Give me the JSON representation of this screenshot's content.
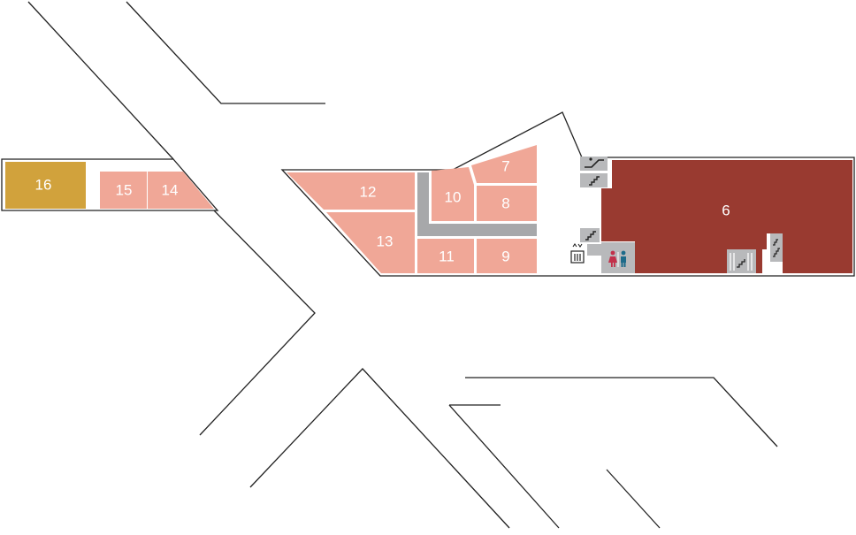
{
  "colors": {
    "unit": "#f0a797",
    "unit_highlight_large": "#993a30",
    "unit_highlight_gold": "#d1a23c",
    "corridor": "#a7a8aa",
    "facility": "#b8b9bb",
    "toilet_female": "#c2314a",
    "toilet_male": "#1d6b8a"
  },
  "units": {
    "u6": "6",
    "u7": "7",
    "u8": "8",
    "u9": "9",
    "u10": "10",
    "u11": "11",
    "u12": "12",
    "u13": "13",
    "u14": "14",
    "u15": "15",
    "u16": "16"
  },
  "facilities": [
    {
      "name": "escalator-icon"
    },
    {
      "name": "stairs-icon"
    },
    {
      "name": "elevator-icon"
    },
    {
      "name": "restroom-icon"
    }
  ]
}
